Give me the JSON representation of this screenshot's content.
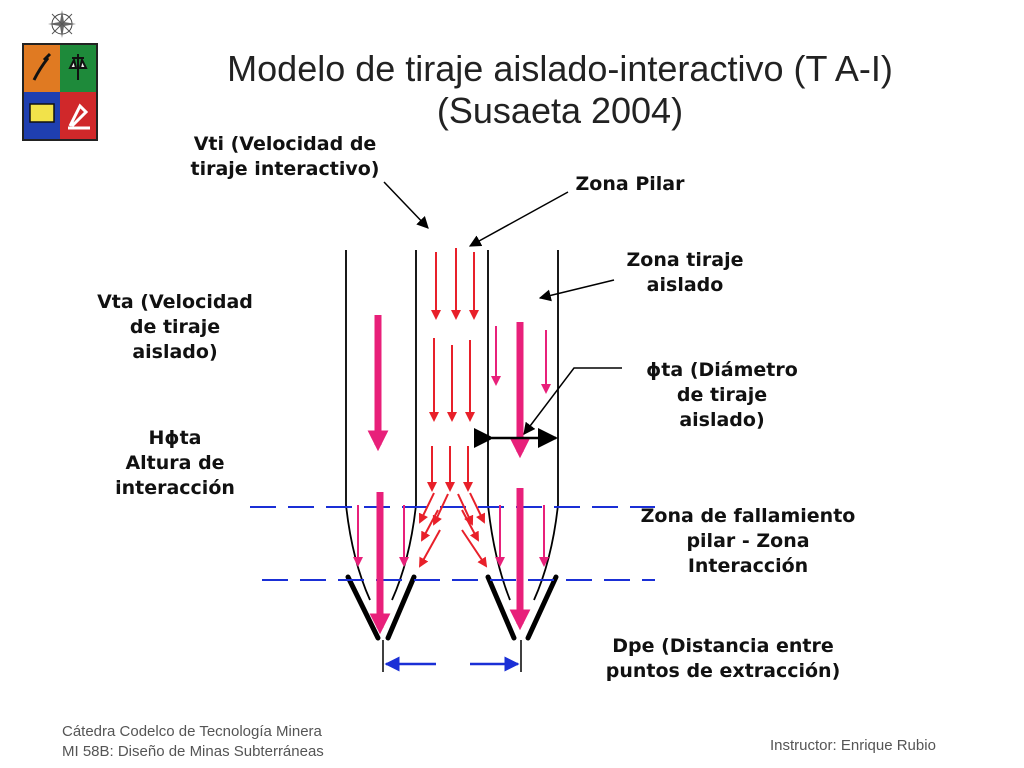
{
  "slide": {
    "title_line1": "Modelo de tiraje aislado-interactivo (T A-I)",
    "title_line2": "(Susaeta 2004)"
  },
  "labels": {
    "vti": "Vti (Velocidad de\ntiraje interactivo)",
    "zona_pilar": "Zona Pilar",
    "zona_tiraje_aislado": "Zona tiraje\naislado",
    "vta": "Vta (Velocidad\nde tiraje\naislado)",
    "phi_ta": "ϕta (Diámetro\nde tiraje\naislado)",
    "h_phi_ta": "Hϕta\nAltura de\ninteracción",
    "zona_fallamiento": "Zona de fallamiento\npilar - Zona\nInteracción",
    "dpe": "Dpe (Distancia entre\npuntos de extracción)"
  },
  "footer": {
    "left_line1": "Cátedra Codelco de Tecnología Minera",
    "left_line2": "MI 58B: Diseño de Minas Subterráneas",
    "right": "Instructor: Enrique Rubio"
  },
  "colors": {
    "interactive_arrows": "#e8202a",
    "isolated_arrows": "#e8207a",
    "dashed_lines": "#1a2fd6",
    "dimension_arrow": "#1a2fd6",
    "outline": "#000000"
  }
}
